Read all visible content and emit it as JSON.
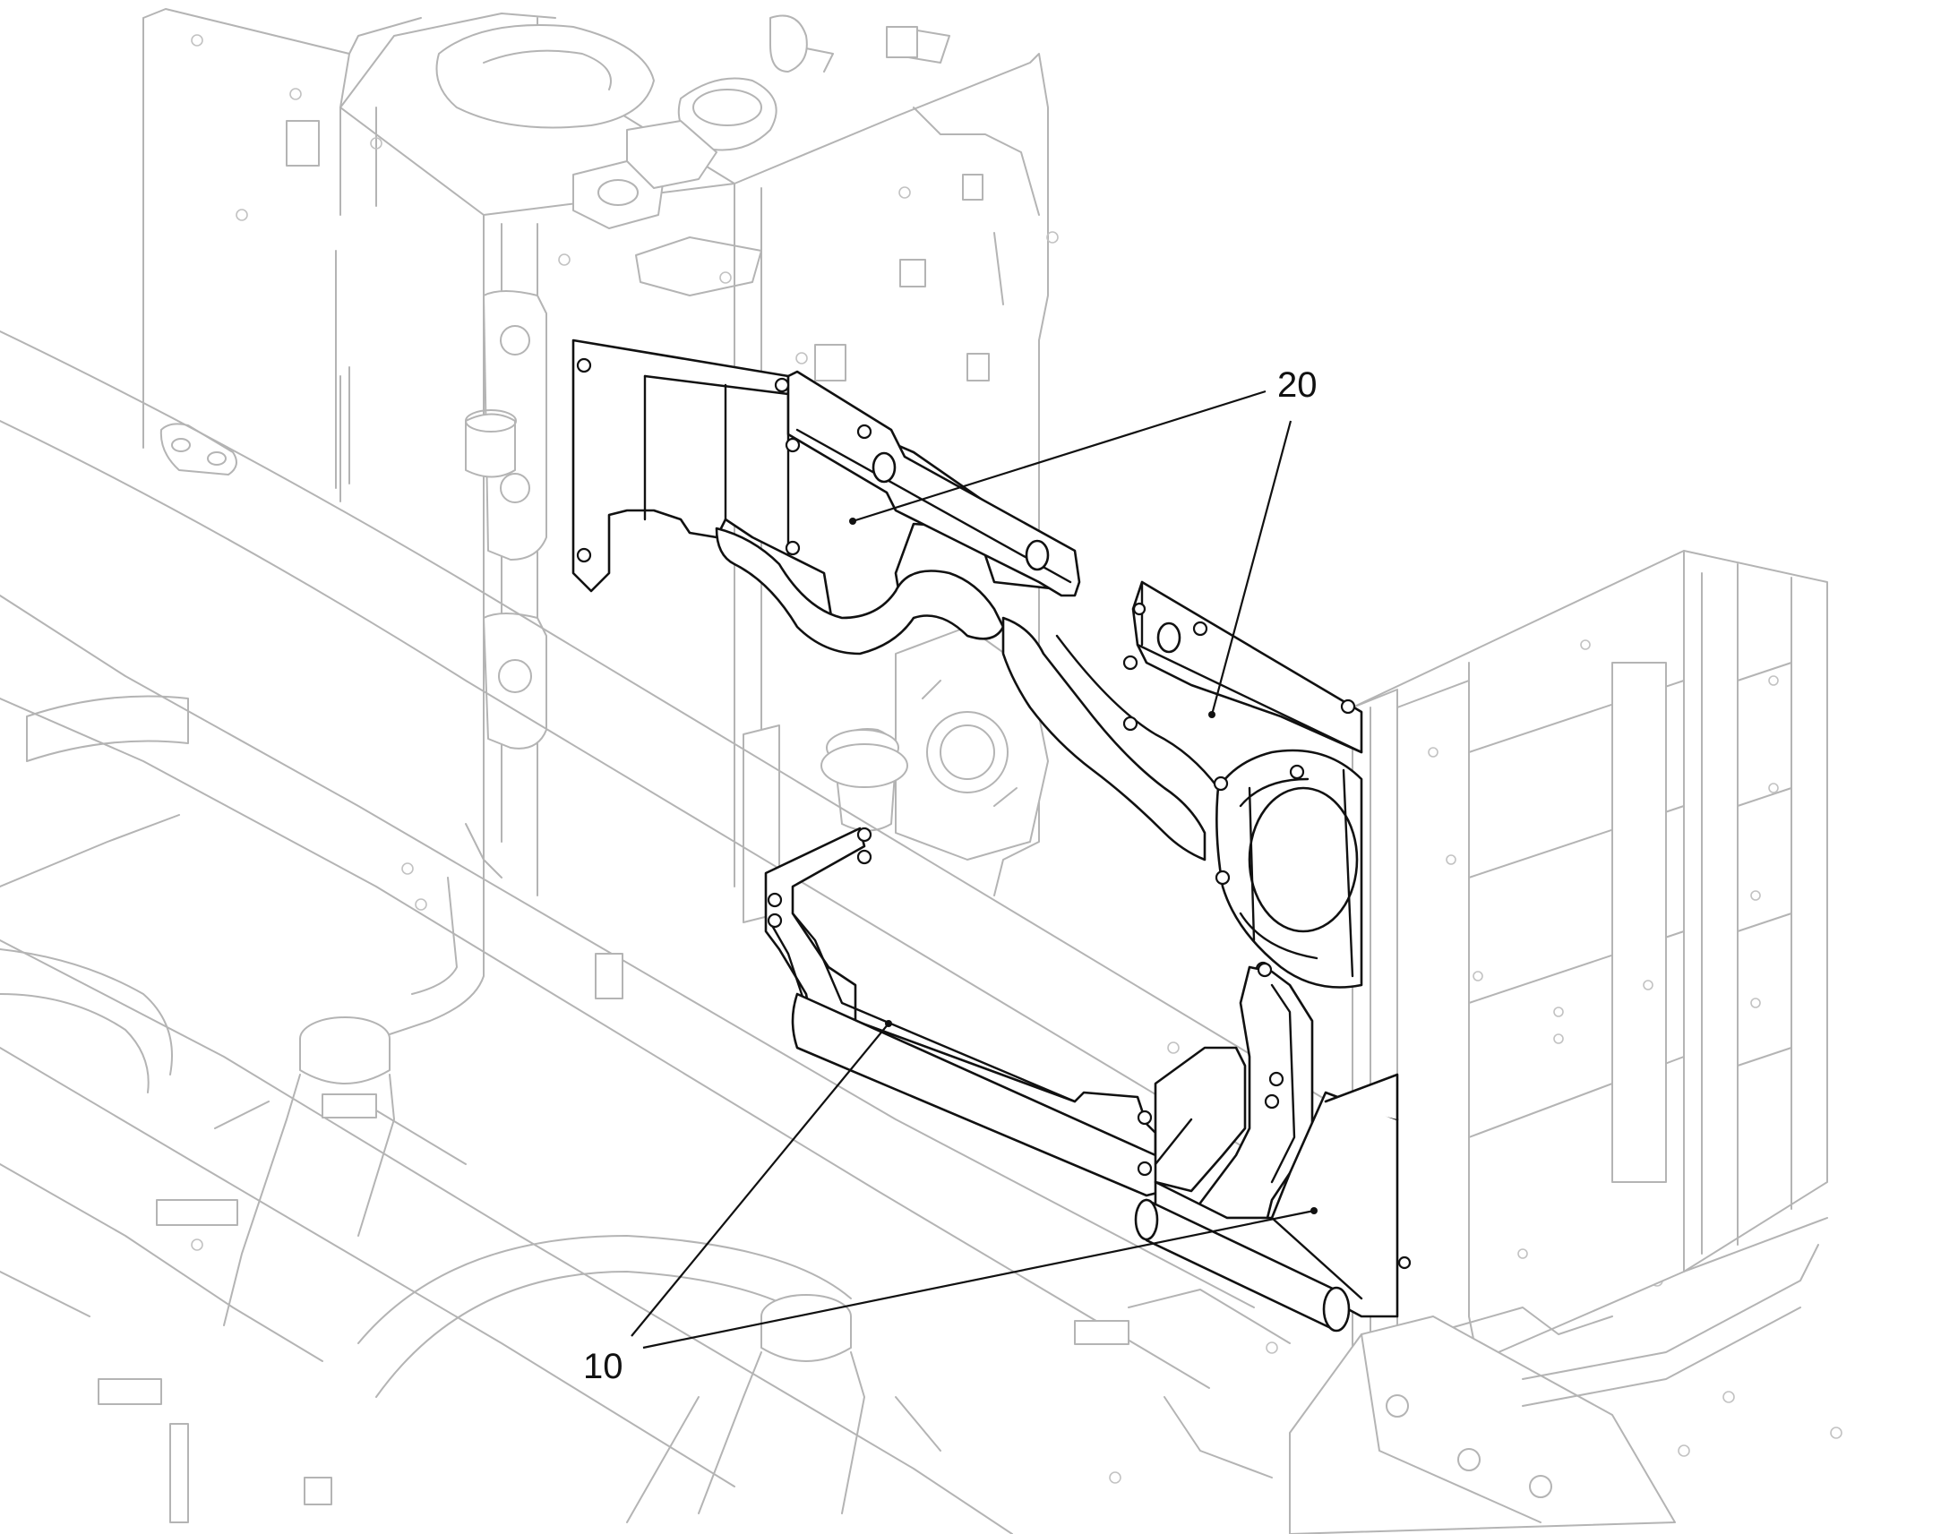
{
  "callouts": [
    {
      "id": "10",
      "label": "10"
    },
    {
      "id": "20",
      "label": "20"
    }
  ]
}
